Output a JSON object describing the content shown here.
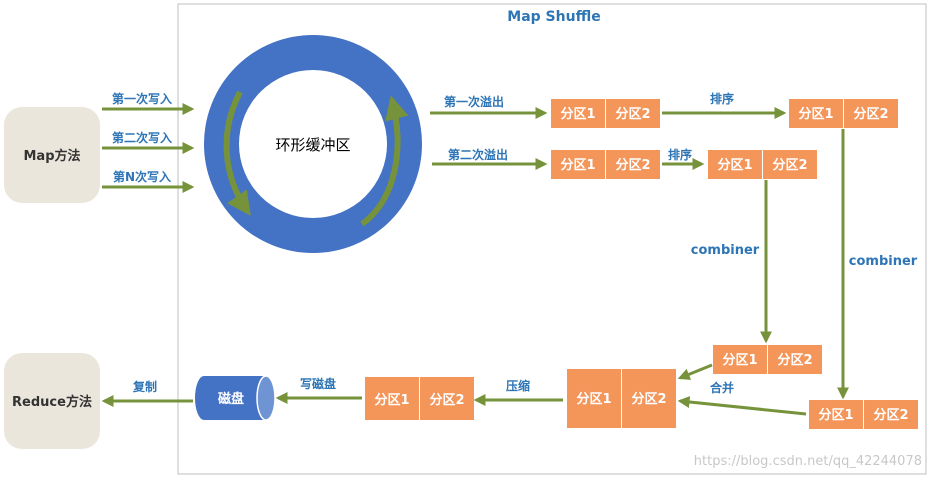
{
  "title": "Map Shuffle",
  "map_method": "Map方法",
  "reduce_method": "Reduce方法",
  "ring_buffer": "环形缓冲区",
  "writes": [
    "第一次写入",
    "第二次写入",
    "第N次写入"
  ],
  "spills": [
    "第一次溢出",
    "第二次溢出"
  ],
  "partition1": "分区1",
  "partition2": "分区2",
  "sort": "排序",
  "combiner": "combiner",
  "merge": "合并",
  "compress": "压缩",
  "write_disk": "写磁盘",
  "disk": "磁盘",
  "copy": "复制",
  "watermark": "https://blog.csdn.net/qq_42244078",
  "colors": {
    "blue": "#4472c4",
    "orange": "#f4955a",
    "green": "#76933c",
    "label_blue": "#2e75b6",
    "gray_box": "#ebe6dc"
  }
}
